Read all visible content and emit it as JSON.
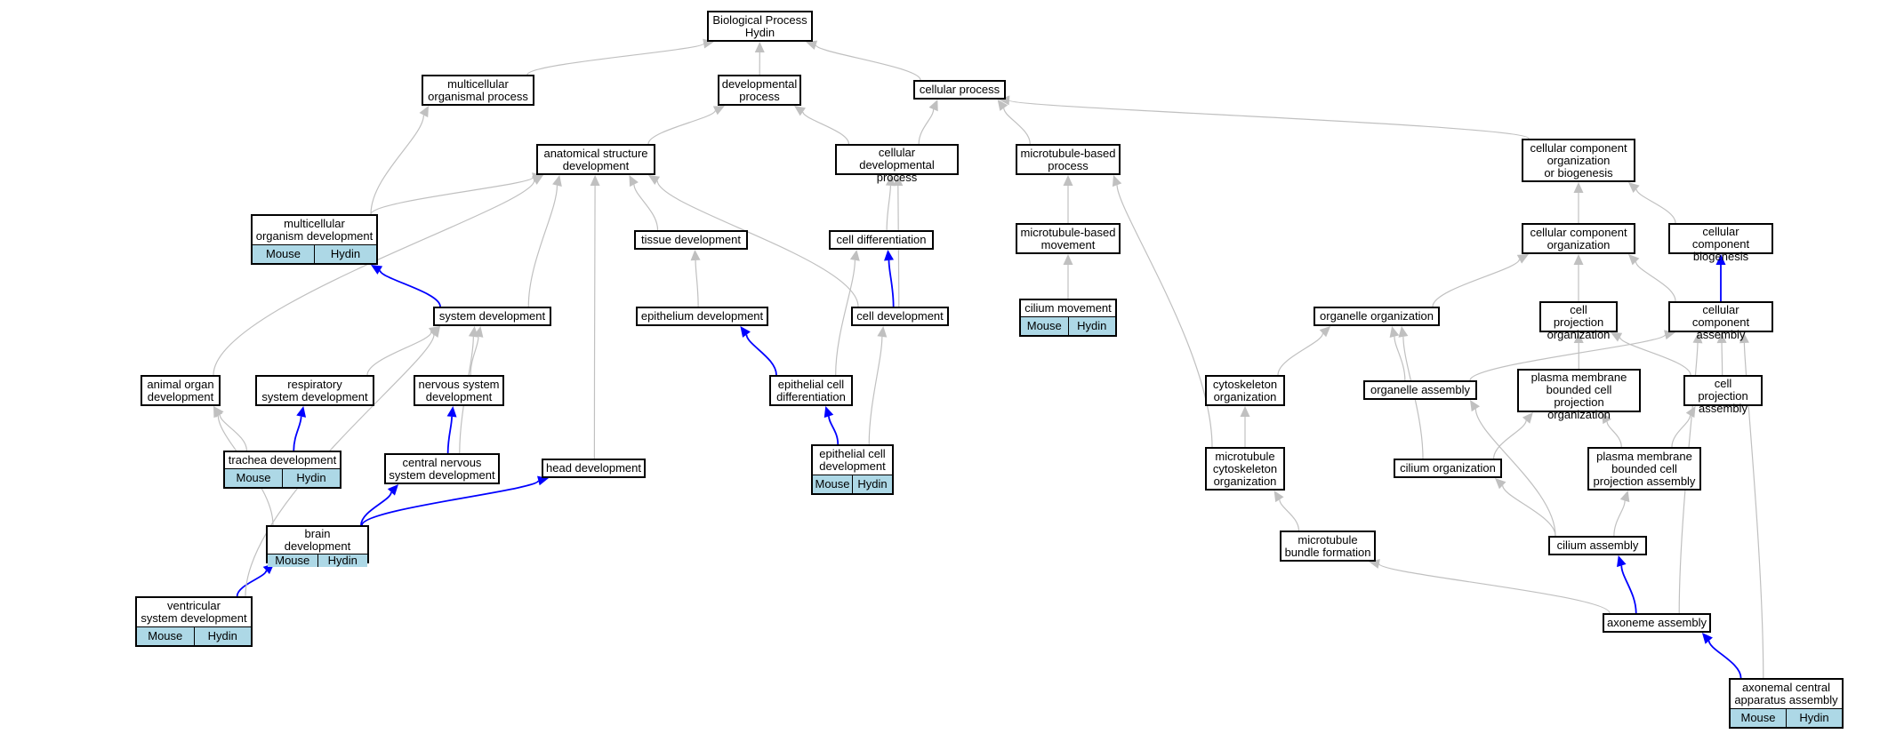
{
  "nodes": {
    "bp": {
      "label": "Biological Process\nHydin"
    },
    "mop": {
      "label": "multicellular\norganismal process"
    },
    "dp": {
      "label": "developmental\nprocess"
    },
    "cp": {
      "label": "cellular process"
    },
    "asd": {
      "label": "anatomical structure\ndevelopment"
    },
    "cdp": {
      "label": "cellular developmental\nprocess"
    },
    "mbp": {
      "label": "microtubule-based\nprocess"
    },
    "ccob": {
      "label": "cellular component\norganization\nor biogenesis"
    },
    "mod": {
      "label": "multicellular\norganism development",
      "tags": [
        "Mouse",
        "Hydin"
      ]
    },
    "td": {
      "label": "tissue development"
    },
    "cdiff": {
      "label": "cell differentiation"
    },
    "mbm": {
      "label": "microtubule-based\nmovement"
    },
    "cco": {
      "label": "cellular component\norganization"
    },
    "ccb": {
      "label": "cellular component\nbiogenesis"
    },
    "sd": {
      "label": "system development"
    },
    "ed": {
      "label": "epithelium development"
    },
    "cd": {
      "label": "cell development"
    },
    "cm": {
      "label": "cilium movement",
      "tags": [
        "Mouse",
        "Hydin"
      ]
    },
    "oo": {
      "label": "organelle organization"
    },
    "cpo": {
      "label": "cell projection\norganization"
    },
    "cca": {
      "label": "cellular component\nassembly"
    },
    "aod": {
      "label": "animal organ\ndevelopment"
    },
    "rsd": {
      "label": "respiratory\nsystem development"
    },
    "nsd": {
      "label": "nervous system\ndevelopment"
    },
    "ecd": {
      "label": "epithelial cell\ndifferentiation"
    },
    "co": {
      "label": "cytoskeleton\norganization"
    },
    "oa": {
      "label": "organelle assembly"
    },
    "pmbcpo": {
      "label": "plasma membrane\nbounded cell\nprojection organization"
    },
    "cpa": {
      "label": "cell projection\nassembly"
    },
    "trd": {
      "label": "trachea development",
      "tags": [
        "Mouse",
        "Hydin"
      ]
    },
    "cnsd": {
      "label": "central nervous\nsystem development"
    },
    "hd": {
      "label": "head development"
    },
    "ecdev": {
      "label": "epithelial cell\ndevelopment",
      "tags": [
        "Mouse",
        "Hydin"
      ]
    },
    "mco": {
      "label": "microtubule\ncytoskeleton\norganization"
    },
    "cilo": {
      "label": "cilium organization"
    },
    "pmbcpa": {
      "label": "plasma membrane\nbounded cell\nprojection assembly"
    },
    "bd": {
      "label": "brain development",
      "tags": [
        "Mouse",
        "Hydin"
      ]
    },
    "mbf": {
      "label": "microtubule\nbundle formation"
    },
    "cila": {
      "label": "cilium assembly"
    },
    "vsd": {
      "label": "ventricular\nsystem development",
      "tags": [
        "Mouse",
        "Hydin"
      ]
    },
    "axa": {
      "label": "axoneme assembly"
    },
    "acaa": {
      "label": "axonemal central\napparatus assembly",
      "tags": [
        "Mouse",
        "Hydin"
      ]
    }
  },
  "edges": [
    {
      "from": "mop",
      "to": "bp",
      "color": "#c0c0c0"
    },
    {
      "from": "dp",
      "to": "bp",
      "color": "#c0c0c0"
    },
    {
      "from": "cp",
      "to": "bp",
      "color": "#c0c0c0"
    },
    {
      "from": "asd",
      "to": "dp",
      "color": "#c0c0c0"
    },
    {
      "from": "cdp",
      "to": "dp",
      "color": "#c0c0c0"
    },
    {
      "from": "cdp",
      "to": "cp",
      "color": "#c0c0c0"
    },
    {
      "from": "mbp",
      "to": "cp",
      "color": "#c0c0c0"
    },
    {
      "from": "ccob",
      "to": "cp",
      "color": "#c0c0c0"
    },
    {
      "from": "mod",
      "to": "mop",
      "color": "#c0c0c0"
    },
    {
      "from": "mod",
      "to": "asd",
      "color": "#c0c0c0"
    },
    {
      "from": "td",
      "to": "asd",
      "color": "#c0c0c0"
    },
    {
      "from": "cdiff",
      "to": "cdp",
      "color": "#c0c0c0"
    },
    {
      "from": "mbm",
      "to": "mbp",
      "color": "#c0c0c0"
    },
    {
      "from": "cco",
      "to": "ccob",
      "color": "#c0c0c0"
    },
    {
      "from": "ccb",
      "to": "ccob",
      "color": "#c0c0c0"
    },
    {
      "from": "sd",
      "to": "mod",
      "color": "#0000ff"
    },
    {
      "from": "sd",
      "to": "asd",
      "color": "#c0c0c0"
    },
    {
      "from": "ed",
      "to": "td",
      "color": "#c0c0c0"
    },
    {
      "from": "cd",
      "to": "cdiff",
      "color": "#0000ff"
    },
    {
      "from": "cd",
      "to": "cdp",
      "color": "#c0c0c0"
    },
    {
      "from": "cd",
      "to": "asd",
      "color": "#c0c0c0"
    },
    {
      "from": "cm",
      "to": "mbm",
      "color": "#c0c0c0"
    },
    {
      "from": "oo",
      "to": "cco",
      "color": "#c0c0c0"
    },
    {
      "from": "cpo",
      "to": "cco",
      "color": "#c0c0c0"
    },
    {
      "from": "cca",
      "to": "cco",
      "color": "#c0c0c0"
    },
    {
      "from": "cca",
      "to": "ccb",
      "color": "#0000ff"
    },
    {
      "from": "aod",
      "to": "asd",
      "color": "#c0c0c0"
    },
    {
      "from": "rsd",
      "to": "sd",
      "color": "#c0c0c0"
    },
    {
      "from": "nsd",
      "to": "sd",
      "color": "#c0c0c0"
    },
    {
      "from": "ecd",
      "to": "ed",
      "color": "#0000ff"
    },
    {
      "from": "ecd",
      "to": "cdiff",
      "color": "#c0c0c0"
    },
    {
      "from": "co",
      "to": "oo",
      "color": "#c0c0c0"
    },
    {
      "from": "oa",
      "to": "oo",
      "color": "#c0c0c0"
    },
    {
      "from": "oa",
      "to": "cca",
      "color": "#c0c0c0"
    },
    {
      "from": "pmbcpo",
      "to": "cpo",
      "color": "#c0c0c0"
    },
    {
      "from": "cpa",
      "to": "cpo",
      "color": "#c0c0c0"
    },
    {
      "from": "cpa",
      "to": "cca",
      "color": "#c0c0c0"
    },
    {
      "from": "trd",
      "to": "rsd",
      "color": "#0000ff"
    },
    {
      "from": "trd",
      "to": "aod",
      "color": "#c0c0c0"
    },
    {
      "from": "cnsd",
      "to": "nsd",
      "color": "#0000ff"
    },
    {
      "from": "cnsd",
      "to": "sd",
      "color": "#c0c0c0"
    },
    {
      "from": "hd",
      "to": "asd",
      "color": "#c0c0c0"
    },
    {
      "from": "ecdev",
      "to": "ecd",
      "color": "#0000ff"
    },
    {
      "from": "ecdev",
      "to": "cd",
      "color": "#c0c0c0"
    },
    {
      "from": "mco",
      "to": "co",
      "color": "#c0c0c0"
    },
    {
      "from": "mco",
      "to": "mbp",
      "color": "#c0c0c0"
    },
    {
      "from": "cilo",
      "to": "pmbcpo",
      "color": "#c0c0c0"
    },
    {
      "from": "cilo",
      "to": "oo",
      "color": "#c0c0c0"
    },
    {
      "from": "pmbcpa",
      "to": "pmbcpo",
      "color": "#c0c0c0"
    },
    {
      "from": "pmbcpa",
      "to": "cpa",
      "color": "#c0c0c0"
    },
    {
      "from": "bd",
      "to": "cnsd",
      "color": "#0000ff"
    },
    {
      "from": "bd",
      "to": "hd",
      "color": "#0000ff"
    },
    {
      "from": "bd",
      "to": "aod",
      "color": "#c0c0c0"
    },
    {
      "from": "mbf",
      "to": "mco",
      "color": "#c0c0c0"
    },
    {
      "from": "cila",
      "to": "cilo",
      "color": "#c0c0c0"
    },
    {
      "from": "cila",
      "to": "pmbcpa",
      "color": "#c0c0c0"
    },
    {
      "from": "cila",
      "to": "oa",
      "color": "#c0c0c0"
    },
    {
      "from": "vsd",
      "to": "bd",
      "color": "#0000ff"
    },
    {
      "from": "vsd",
      "to": "sd",
      "color": "#c0c0c0"
    },
    {
      "from": "axa",
      "to": "cila",
      "color": "#0000ff"
    },
    {
      "from": "axa",
      "to": "mbf",
      "color": "#c0c0c0"
    },
    {
      "from": "axa",
      "to": "cca",
      "color": "#c0c0c0"
    },
    {
      "from": "acaa",
      "to": "axa",
      "color": "#0000ff"
    },
    {
      "from": "acaa",
      "to": "cca",
      "color": "#c0c0c0"
    }
  ]
}
